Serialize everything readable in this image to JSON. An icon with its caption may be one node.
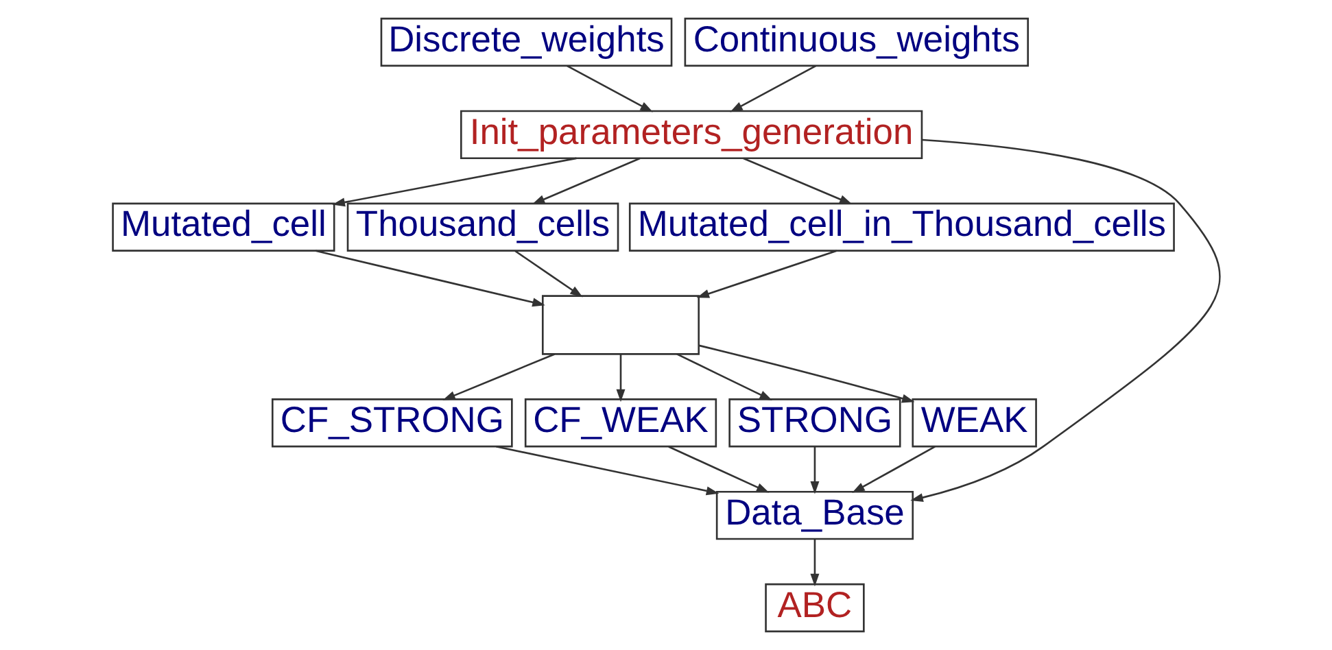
{
  "diagram": {
    "nodes": [
      {
        "text": [
          "Discrete_weights"
        ]
      },
      {
        "text": [
          "Continuous_weights"
        ]
      },
      {
        "text": [
          "Init_parameters_generation"
        ]
      },
      {
        "text": [
          "Mutated_cell"
        ]
      },
      {
        "text": [
          "Thousand_cells"
        ]
      },
      {
        "text": [
          "Mutated_cell_in_Thousand_cells"
        ]
      },
      {
        "text": [],
        "shape": "box"
      },
      {
        "text": [
          "CF_STRONG"
        ]
      },
      {
        "text": [
          "CF_WEAK"
        ]
      },
      {
        "text": [
          "STRONG"
        ]
      },
      {
        "text": [
          "WEAK"
        ]
      },
      {
        "text": [
          "Data_Base"
        ]
      },
      {
        "text": [
          "ABC"
        ]
      }
    ],
    "edges": [
      {
        "from": 0,
        "to": 2,
        "arrow": "to"
      },
      {
        "from": 1,
        "to": 2,
        "arrow": "to"
      },
      {
        "from": 2,
        "to": 3,
        "arrow": "to"
      },
      {
        "from": 2,
        "to": 4,
        "arrow": "to"
      },
      {
        "from": 2,
        "to": 5,
        "arrow": "to"
      },
      {
        "from": 2,
        "to": 11,
        "arrow": "to"
      },
      {
        "from": 3,
        "to": 6,
        "arrow": "to"
      },
      {
        "from": 4,
        "to": 6,
        "arrow": "to"
      },
      {
        "from": 5,
        "to": 6,
        "arrow": "to"
      },
      {
        "from": 6,
        "to": 7,
        "arrow": "to"
      },
      {
        "from": 6,
        "to": 8,
        "arrow": "to"
      },
      {
        "from": 6,
        "to": 9,
        "arrow": "to"
      },
      {
        "from": 6,
        "to": 10,
        "arrow": "to"
      },
      {
        "from": 7,
        "to": 11,
        "arrow": "to"
      },
      {
        "from": 8,
        "to": 11,
        "arrow": "to"
      },
      {
        "from": 9,
        "to": 11,
        "arrow": "to"
      },
      {
        "from": 10,
        "to": 11,
        "arrow": "to"
      },
      {
        "from": 11,
        "to": 12,
        "arrow": "to"
      }
    ]
  }
}
